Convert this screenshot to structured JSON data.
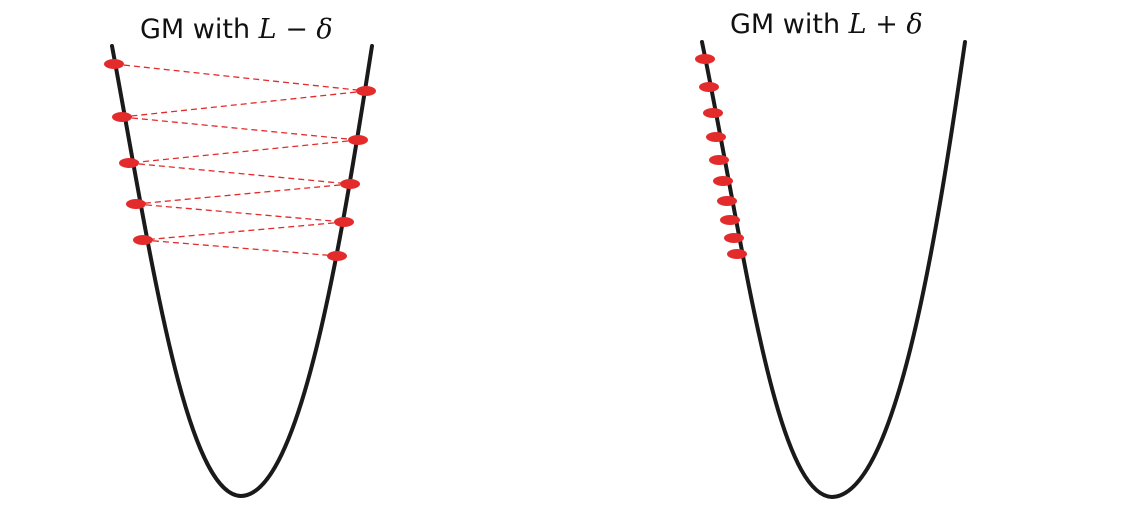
{
  "panels": [
    {
      "id": "left",
      "title_prefix": "GM with ",
      "title_var": "L",
      "title_op": " − ",
      "title_delta": "δ",
      "iterate_count": 10,
      "pattern": "oscillating"
    },
    {
      "id": "right",
      "title_prefix": "GM with ",
      "title_var": "L",
      "title_op": " + ",
      "title_delta": "δ",
      "iterate_count": 10,
      "pattern": "monotone"
    }
  ],
  "colors": {
    "curve": "#1a1a1a",
    "iterate": "#e32b2b",
    "step_line": "#e32b2b",
    "background": "#ffffff"
  }
}
